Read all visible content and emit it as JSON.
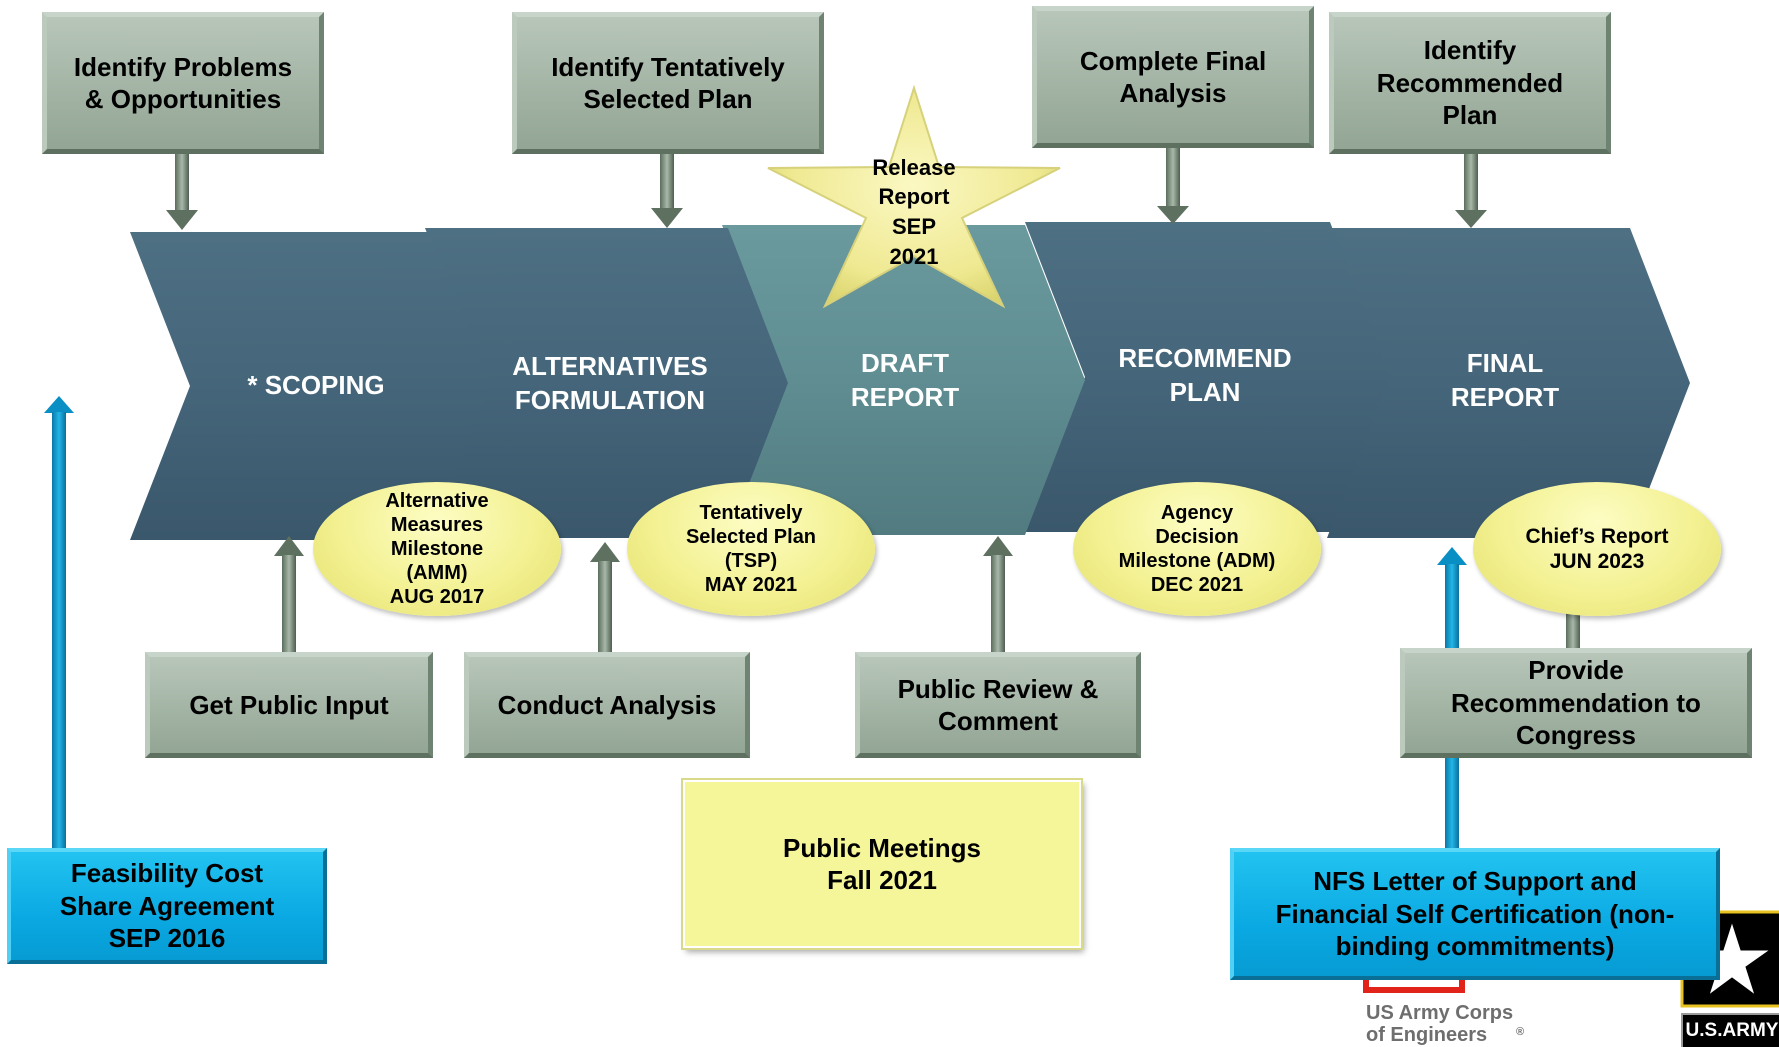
{
  "top_boxes": [
    {
      "id": "identify-problems",
      "text": "Identify Problems\n& Opportunities"
    },
    {
      "id": "identify-tsp",
      "text": "Identify Tentatively\nSelected Plan"
    },
    {
      "id": "complete-final-analysis",
      "text": "Complete Final\nAnalysis"
    },
    {
      "id": "identify-recommended-plan",
      "text": "Identify\nRecommended\nPlan"
    }
  ],
  "phases": [
    {
      "id": "scoping",
      "text": "* SCOPING"
    },
    {
      "id": "alternatives-formulation",
      "text": "ALTERNATIVES\nFORMULATION"
    },
    {
      "id": "draft-report",
      "text": "DRAFT\nREPORT"
    },
    {
      "id": "recommend-plan",
      "text": "RECOMMEND\nPLAN"
    },
    {
      "id": "final-report",
      "text": "FINAL\nREPORT"
    }
  ],
  "star": {
    "text": "Release\nReport\nSEP\n2021"
  },
  "milestones": [
    {
      "id": "amm",
      "text": "Alternative\nMeasures\nMilestone\n(AMM)\nAUG 2017"
    },
    {
      "id": "tsp",
      "text": "Tentatively\nSelected Plan\n(TSP)\nMAY 2021"
    },
    {
      "id": "adm",
      "text": "Agency\nDecision\nMilestone (ADM)\nDEC 2021"
    },
    {
      "id": "chiefs-report",
      "text": "Chief’s Report\nJUN 2023"
    }
  ],
  "bottom_boxes": [
    {
      "id": "get-public-input",
      "text": "Get Public Input"
    },
    {
      "id": "conduct-analysis",
      "text": "Conduct Analysis"
    },
    {
      "id": "public-review",
      "text": "Public Review &\nComment"
    },
    {
      "id": "provide-recommendation",
      "text": "Provide\nRecommendation to\nCongress"
    }
  ],
  "public_meetings": {
    "text": "Public Meetings\nFall 2021"
  },
  "blue_boxes": [
    {
      "id": "cost-share",
      "text": "Feasibility Cost\nShare Agreement\nSEP 2016"
    },
    {
      "id": "nfs-letter",
      "text": "NFS Letter of Support and\nFinancial Self Certification (non-\nbinding commitments)"
    }
  ],
  "logos": {
    "usace_text": "US Army Corps\nof Engineers",
    "usace_mark": "®",
    "army_text": "U.S.ARMY"
  },
  "colors": {
    "chevron": "#45657a",
    "chevron_draft": "#5f8d92",
    "green_box": "#a3b4a5",
    "blue_box": "#0aa9e3",
    "yellow": "#f5f59a",
    "usace_red": "#e2231a"
  }
}
